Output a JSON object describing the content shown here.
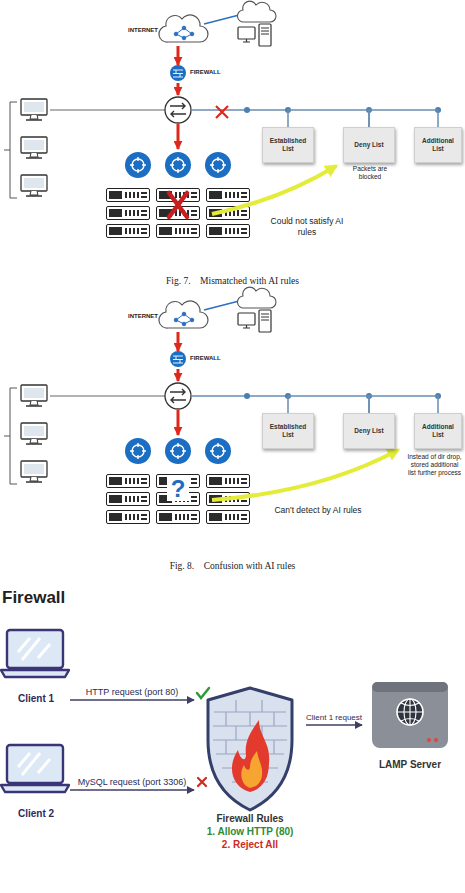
{
  "diagram": {
    "nodes": [
      {
        "text": [
          "INTERNET"
        ]
      },
      {
        "text": [
          "FIREWALL"
        ]
      },
      {
        "text": [
          "Established List"
        ]
      },
      {
        "text": [
          "Deny List"
        ]
      },
      {
        "text": [
          "Additional List"
        ]
      },
      {
        "text": [
          "INTERNET"
        ]
      },
      {
        "text": [
          "FIREWALL"
        ]
      },
      {
        "text": [
          "Established List"
        ]
      },
      {
        "text": [
          "Deny List"
        ]
      },
      {
        "text": [
          "Additional List"
        ]
      },
      {
        "text": [
          "Client 1"
        ]
      },
      {
        "text": [
          "Client 2"
        ]
      },
      {
        "text": [
          "Firewall Rules",
          "1. Allow HTTP (80)",
          "2. Reject All"
        ]
      },
      {
        "text": [
          "LAMP Server"
        ]
      }
    ],
    "edges": [
      {
        "from": 0,
        "to": 1,
        "arrow": "to"
      },
      {
        "from": 2,
        "to": 3,
        "arrow": "none"
      },
      {
        "from": 3,
        "to": 4,
        "arrow": "none"
      },
      {
        "from": 5,
        "to": 6,
        "arrow": "to"
      },
      {
        "from": 7,
        "to": 8,
        "arrow": "none"
      },
      {
        "from": 8,
        "to": 9,
        "arrow": "none"
      },
      {
        "from": 10,
        "to": 12,
        "label": "HTTP request (port 80)",
        "arrow": "to"
      },
      {
        "from": 11,
        "to": 12,
        "label": "MySQL request (port 3306)",
        "arrow": "to"
      },
      {
        "from": 12,
        "to": 13,
        "label": "Client 1 request",
        "arrow": "to"
      }
    ],
    "labels": [
      "Packets are blocked",
      "Could not satisfy AI rules",
      "Fig. 7.    Mismatched with AI rules",
      "?",
      "Instead of dir drop, stored additional list further process",
      "Can't detect by AI rules",
      "Fig. 8.    Confusion with AI rules",
      "Firewall"
    ]
  }
}
